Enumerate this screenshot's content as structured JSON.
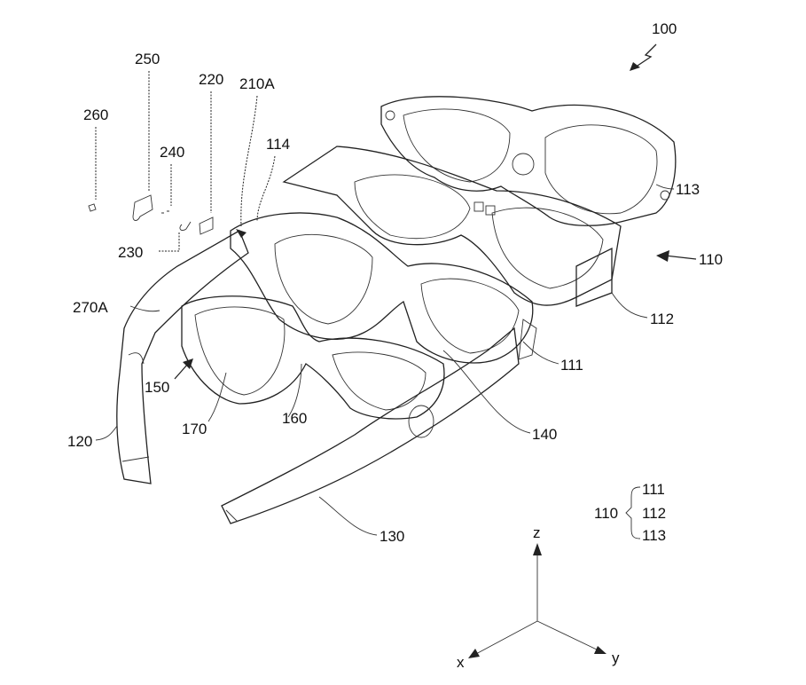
{
  "figure": {
    "reference": "100",
    "labels": {
      "l250": "250",
      "l220": "220",
      "l210A": "210A",
      "l260": "260",
      "l240": "240",
      "l114": "114",
      "l113": "113",
      "l110": "110",
      "l230": "230",
      "l270A": "270A",
      "l112": "112",
      "l111": "111",
      "l150": "150",
      "l170": "170",
      "l160": "160",
      "l140": "140",
      "l120": "120",
      "l130": "130"
    },
    "legend": {
      "group": "110",
      "items": [
        "111",
        "112",
        "113"
      ]
    },
    "axes": {
      "z": "z",
      "x": "x",
      "y": "y"
    }
  }
}
